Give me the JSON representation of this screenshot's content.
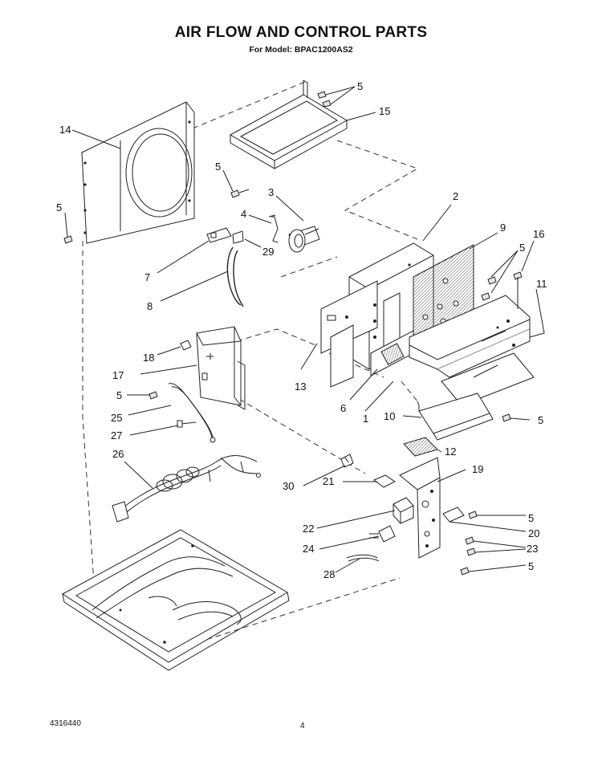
{
  "header": {
    "title": "AIR FLOW AND CONTROL PARTS",
    "subtitle": "For Model: BPAC1200AS2"
  },
  "footer": {
    "doc_number": "4316440",
    "page_number": "4"
  },
  "callouts": {
    "c5": "5",
    "c15": "15",
    "c14": "14",
    "c2": "2",
    "c3": "3",
    "c4": "4",
    "c29": "29",
    "c9": "9",
    "c16": "16",
    "c11": "11",
    "c7": "7",
    "c8": "8",
    "c18": "18",
    "c17": "17",
    "c13": "13",
    "c6": "6",
    "c1": "1",
    "c10": "10",
    "c25": "25",
    "c27": "27",
    "c26": "26",
    "c12": "12",
    "c19": "19",
    "c30": "30",
    "c21": "21",
    "c22": "22",
    "c20": "20",
    "c24": "24",
    "c23": "23",
    "c28": "28"
  }
}
